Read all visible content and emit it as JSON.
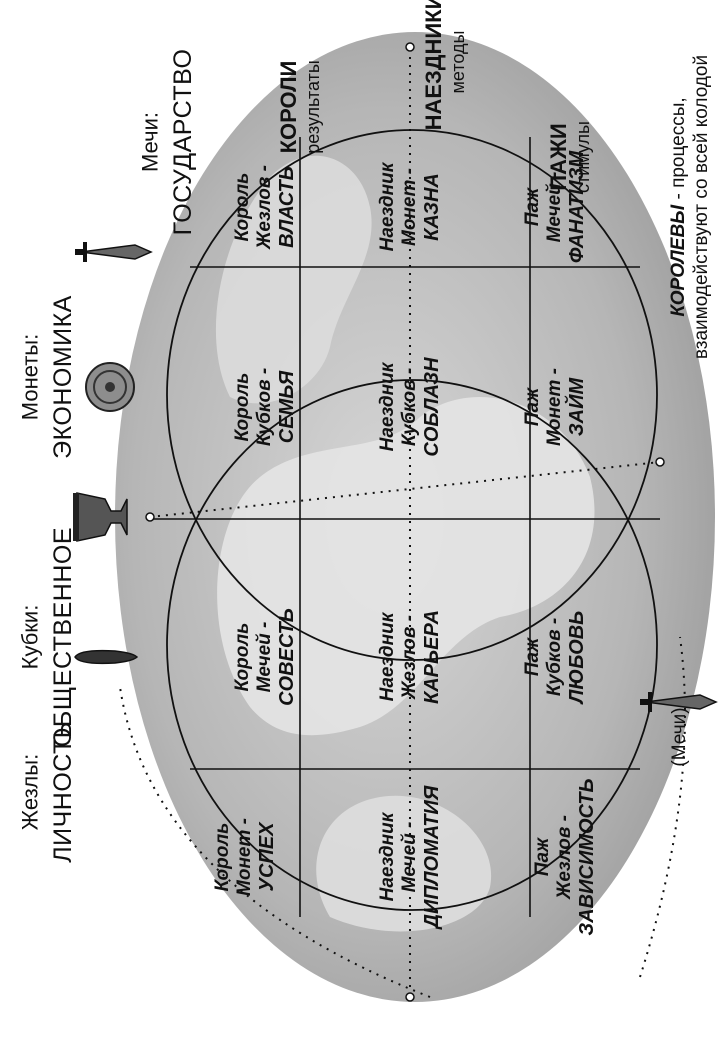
{
  "suits": {
    "wands": {
      "title": "Жезлы:",
      "name": "ЛИЧНОСТЬ"
    },
    "cups": {
      "title": "Кубки:",
      "name": "ОБЩЕСТВЕННОЕ"
    },
    "coins": {
      "title": "Монеты:",
      "name": "ЭКОНОМИКА"
    },
    "swords": {
      "title": "Мечи:",
      "name": "ГОСУДАРСТВО"
    }
  },
  "bands": {
    "kings": {
      "title": "КОРОЛИ",
      "sub": "результаты"
    },
    "knights": {
      "title": "НАЕЗДНИКИ",
      "sub": "методы"
    },
    "pages": {
      "title": "ПАЖИ",
      "sub": "стимулы"
    }
  },
  "queens": {
    "title": "КОРОЛЕВЫ",
    "dash": " - процессы,",
    "sub": "взаимодействуют со всей колодой"
  },
  "swords_note": "(Мечи)",
  "grid": {
    "kings": [
      {
        "l1": "Король",
        "l2": "Монет -",
        "l3": "УСПЕХ"
      },
      {
        "l1": "Король",
        "l2": "Мечей -",
        "l3": "СОВЕСТЬ"
      },
      {
        "l1": "Король",
        "l2": "Кубков -",
        "l3": "СЕМЬЯ"
      },
      {
        "l1": "Король",
        "l2": "Жезлов -",
        "l3": "ВЛАСТЬ"
      }
    ],
    "knights": [
      {
        "l1": "Наездник",
        "l2": "Мечей -",
        "l3": "ДИПЛОМАТИЯ"
      },
      {
        "l1": "Наездник",
        "l2": "Жезлов -",
        "l3": "КАРЬЕРА"
      },
      {
        "l1": "Наездник",
        "l2": "Кубков -",
        "l3": "СОБЛАЗН"
      },
      {
        "l1": "Наездник",
        "l2": "Монет -",
        "l3": "КАЗНА"
      }
    ],
    "pages": [
      {
        "l1": "Паж",
        "l2": "Жезлов -",
        "l3": "ЗАВИСИМОСТЬ"
      },
      {
        "l1": "Паж",
        "l2": "Кубков -",
        "l3": "ЛЮБОВЬ"
      },
      {
        "l1": "Паж",
        "l2": "Монет -",
        "l3": "ЗАЙМ"
      },
      {
        "l1": "Паж",
        "l2": "Мечей -",
        "l3": "ФАНАТИЗМ"
      }
    ]
  },
  "icons": [
    "wand-icon",
    "cup-icon",
    "coin-icon",
    "sword-icon"
  ],
  "colors": {
    "ink": "#111111",
    "globe": "#9a9a9a",
    "land": "#d8d8d8"
  }
}
